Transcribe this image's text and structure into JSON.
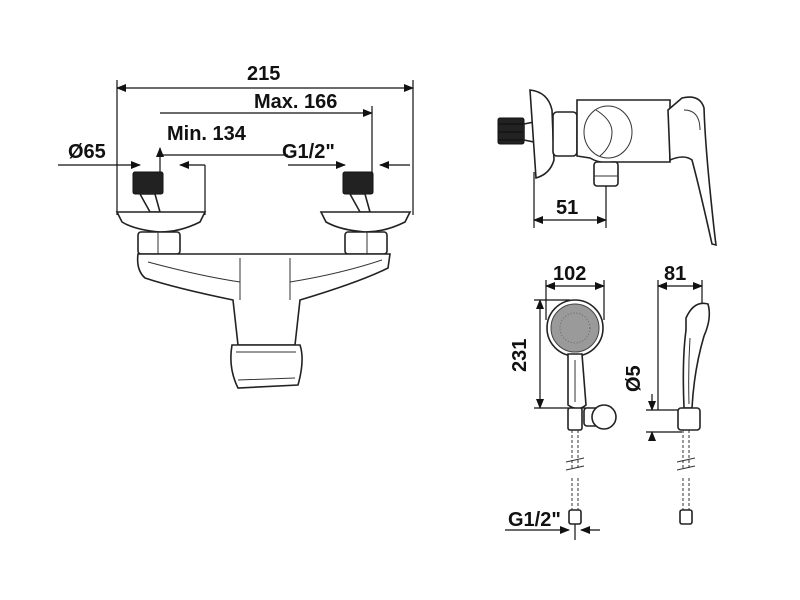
{
  "dimensions": {
    "overall_width": "215",
    "max_spacing": "Max. 166",
    "min_spacing": "Min. 134",
    "diameter_rosette": "Ø65",
    "thread_top": "G1/2\"",
    "depth": "51",
    "handshower_width": "102",
    "handshower_depth": "81",
    "handshower_height": "231",
    "hose_diameter": "Ø5",
    "thread_bottom": "G1/2\""
  },
  "icons": [
    "arrowhead-icon"
  ]
}
